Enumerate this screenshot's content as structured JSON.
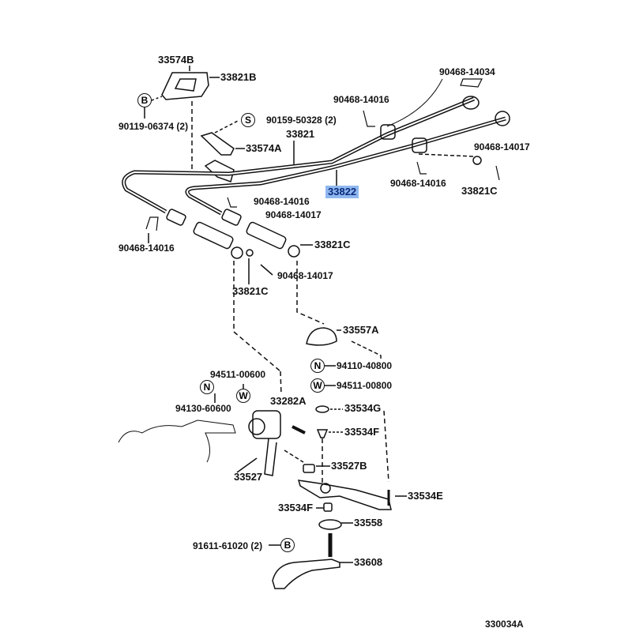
{
  "diagram_title": "330034A",
  "highlight_color": "#8fb8f0",
  "parts": {
    "p33574B": "33574B",
    "p33821B": "33821B",
    "p90119": "90119-06374 (2)",
    "p90159": "90159-50328 (2)",
    "p33821": "33821",
    "p33574A": "33574A",
    "p90468_14016_a": "90468-14016",
    "p90468_14034": "90468-14034",
    "p90468_14017_a": "90468-14017",
    "p33822": "33822",
    "p90468_14016_b": "90468-14016",
    "p33821C_a": "33821C",
    "p90468_14016_c": "90468-14016",
    "p90468_14017_b": "90468-14017",
    "p33821C_b": "33821C",
    "p90468_14016_d": "90468-14016",
    "p90468_14017_c": "90468-14017",
    "p33821C_c": "33821C",
    "p33557A": "33557A",
    "p94110": "94110-40800",
    "p94511_00800": "94511-00800",
    "p94511_00600": "94511-00600",
    "p94130": "94130-60600",
    "p33282A": "33282A",
    "p33534G": "33534G",
    "p33534F_a": "33534F",
    "p33527": "33527",
    "p33527B": "33527B",
    "p33534E": "33534E",
    "p33534F_b": "33534F",
    "p33558": "33558",
    "p91611": "91611-61020 (2)",
    "p33608": "33608"
  },
  "symbols": {
    "b": "B",
    "s": "S",
    "n": "N",
    "w": "W"
  }
}
